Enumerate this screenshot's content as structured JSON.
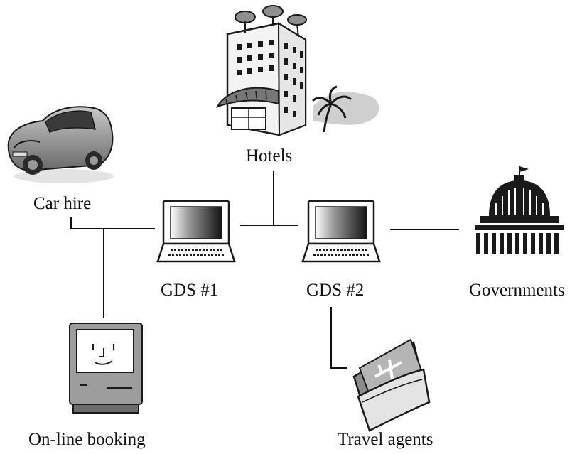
{
  "nodes": {
    "hotels": "Hotels",
    "car_hire": "Car hire",
    "gds1": "GDS #1",
    "gds2": "GDS #2",
    "governments": "Governments",
    "online_booking": "On-line booking",
    "travel_agents": "Travel agents"
  },
  "colors": {
    "line": "#111111",
    "icon_dark": "#1a1a1a",
    "icon_gray": "#8a8a8a",
    "icon_light": "#d9d9d9"
  }
}
